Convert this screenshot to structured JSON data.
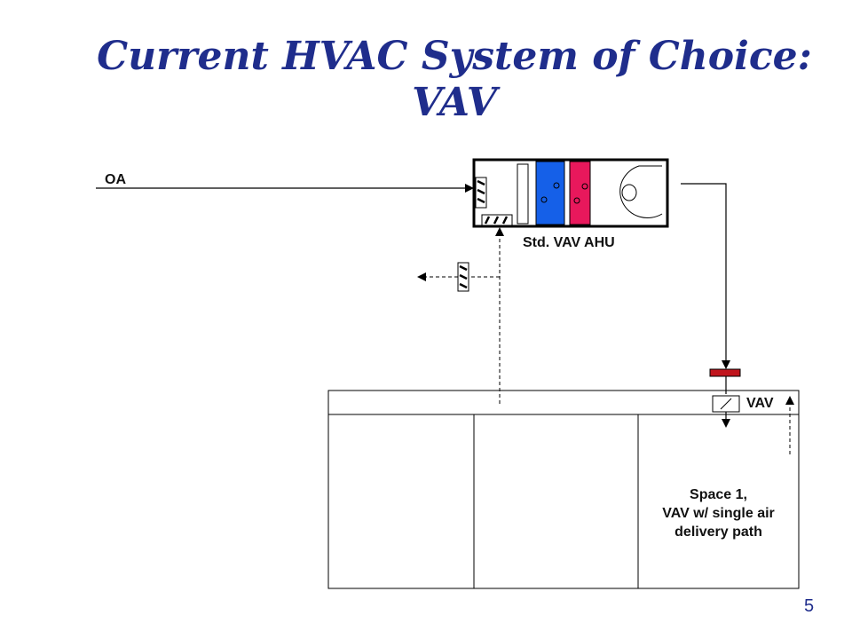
{
  "title": {
    "line1": "Current HVAC System of Choice:",
    "line2": "VAV"
  },
  "labels": {
    "outside_air": "OA",
    "ahu": "Std. VAV AHU",
    "vav_box": "VAV",
    "space1_line1": "Space 1,",
    "space1_line2": "VAV w/ single air",
    "space1_line3": "delivery path"
  },
  "page_number": "5",
  "colors": {
    "title": "#1f2d8c",
    "cooling_coil": "#1560e8",
    "heating_coil": "#e8185c",
    "reheat_damper": "#c0141c"
  }
}
